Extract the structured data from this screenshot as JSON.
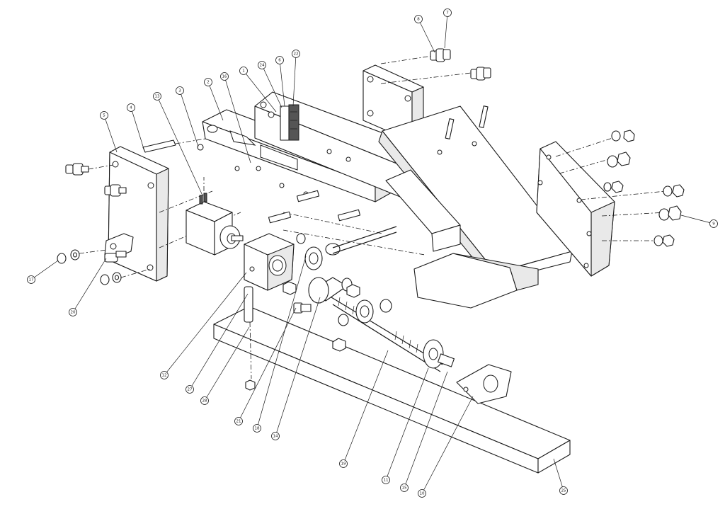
{
  "drawing": {
    "colors": {
      "line": "#1a1a1a",
      "background": "#ffffff",
      "shade": "#e9e9e9",
      "dark": "#2b2b2b"
    },
    "balloons": [
      {
        "id": "b-top-8",
        "label": "8"
      },
      {
        "id": "b-top-7",
        "label": "7"
      },
      {
        "id": "b-22",
        "label": "22"
      },
      {
        "id": "b-6",
        "label": "6"
      },
      {
        "id": "b-24",
        "label": "24"
      },
      {
        "id": "b-1",
        "label": "1"
      },
      {
        "id": "b-16",
        "label": "16"
      },
      {
        "id": "b-2",
        "label": "2"
      },
      {
        "id": "b-3",
        "label": "3"
      },
      {
        "id": "b-13",
        "label": "13"
      },
      {
        "id": "b-4",
        "label": "4"
      },
      {
        "id": "b-5",
        "label": "5"
      },
      {
        "id": "b-9",
        "label": "9"
      },
      {
        "id": "b-17",
        "label": "17"
      },
      {
        "id": "b-20",
        "label": "20"
      },
      {
        "id": "b-12",
        "label": "12"
      },
      {
        "id": "b-27",
        "label": "27"
      },
      {
        "id": "b-28",
        "label": "28"
      },
      {
        "id": "b-21",
        "label": "21"
      },
      {
        "id": "b-18",
        "label": "18"
      },
      {
        "id": "b-14",
        "label": "14"
      },
      {
        "id": "b-19",
        "label": "19"
      },
      {
        "id": "b-11",
        "label": "11"
      },
      {
        "id": "b-15",
        "label": "15"
      },
      {
        "id": "b-10",
        "label": "10"
      },
      {
        "id": "b-25",
        "label": "25"
      }
    ]
  }
}
